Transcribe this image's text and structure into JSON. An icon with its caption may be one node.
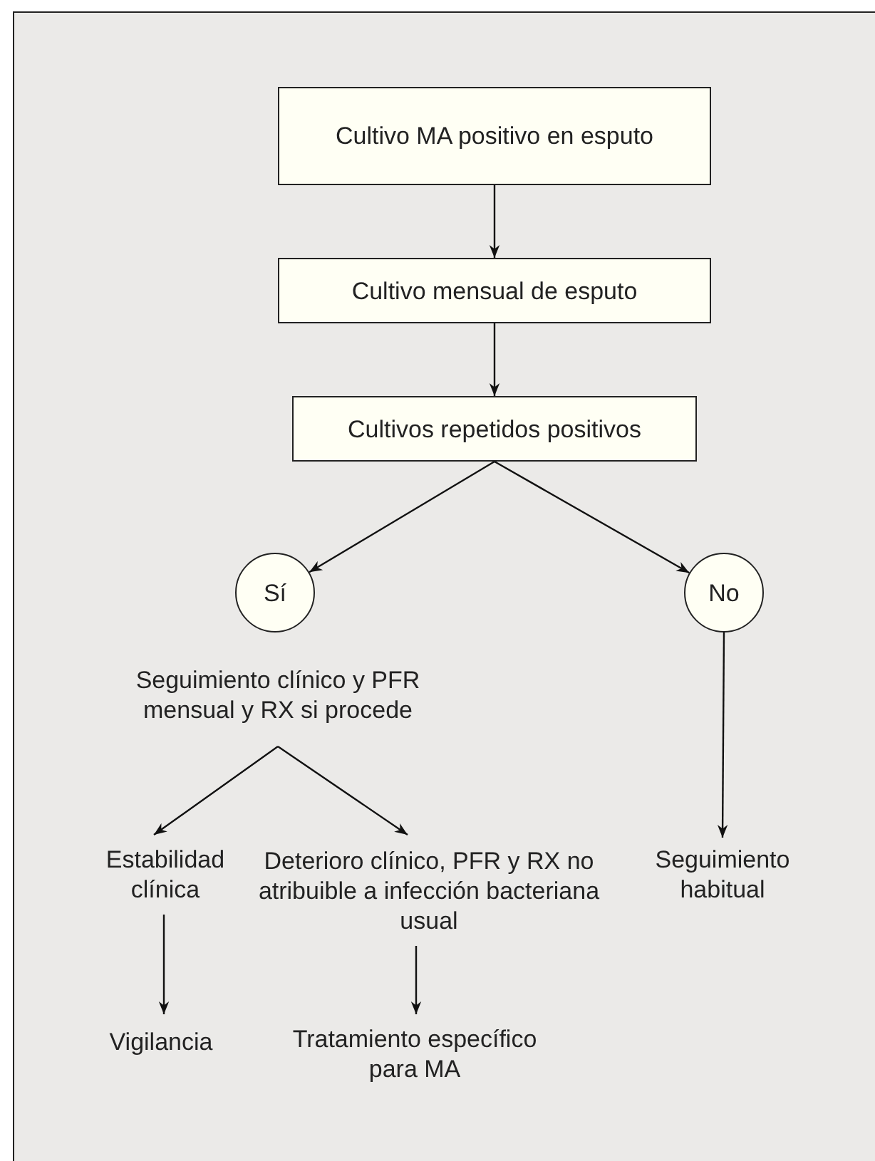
{
  "diagram": {
    "nodes": [
      {
        "text": [
          "Cultivo MA positivo en esputo"
        ]
      },
      {
        "text": [
          "Cultivo mensual de esputo"
        ]
      },
      {
        "text": [
          "Cultivos repetidos positivos"
        ]
      },
      {
        "text": [
          "Sí"
        ]
      },
      {
        "text": [
          "No"
        ]
      },
      {
        "text": [
          "Seguimiento clínico y PFR mensual y RX si procede"
        ]
      },
      {
        "text": [
          "Estabilidad clínica"
        ]
      },
      {
        "text": [
          "Deterioro clínico, PFR y RX no atribuible a infección bacteriana usual"
        ]
      },
      {
        "text": [
          "Seguimiento habitual"
        ]
      },
      {
        "text": [
          "Vigilancia"
        ]
      },
      {
        "text": [
          "Tratamiento específico para MA"
        ]
      }
    ],
    "edges": [
      {
        "from": 0,
        "to": 1,
        "arrow": "to"
      },
      {
        "from": 1,
        "to": 2,
        "arrow": "to"
      },
      {
        "from": 2,
        "to": 3,
        "arrow": "to"
      },
      {
        "from": 2,
        "to": 4,
        "arrow": "to"
      },
      {
        "from": 5,
        "to": 6,
        "arrow": "to"
      },
      {
        "from": 5,
        "to": 7,
        "arrow": "to"
      },
      {
        "from": 4,
        "to": 8,
        "arrow": "to"
      },
      {
        "from": 6,
        "to": 9,
        "arrow": "to"
      },
      {
        "from": 7,
        "to": 10,
        "arrow": "to"
      }
    ]
  }
}
